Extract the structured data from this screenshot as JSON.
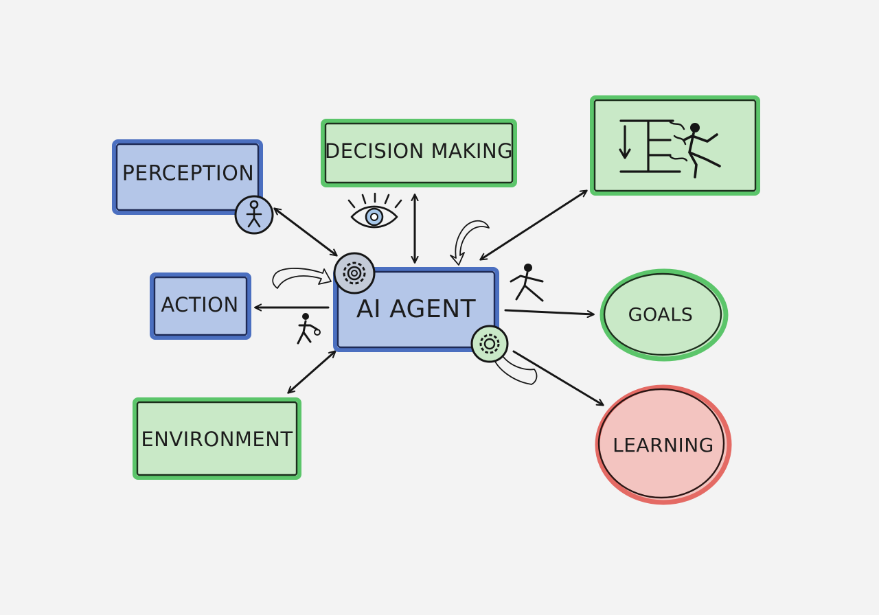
{
  "diagram": {
    "center": {
      "label": "AI AGENT"
    },
    "nodes": {
      "perception": "PERCEPTION",
      "decision": "DECISION MAKING",
      "action": "ACTION",
      "environment": "ENVIRONMENT",
      "goals": "GOALS",
      "learning": "LEARNING"
    },
    "colors": {
      "blue_fill": "#b4c6e8",
      "blue_stroke": "#4b6fc0",
      "green_fill": "#c9e9c7",
      "green_stroke": "#5bc56a",
      "red_fill": "#f3c4c0",
      "red_stroke": "#e46a64",
      "ink": "#161616"
    },
    "icons": [
      "person-icon",
      "eye-icon",
      "gear-icon",
      "walking-person-icon",
      "running-exit-icon"
    ]
  }
}
